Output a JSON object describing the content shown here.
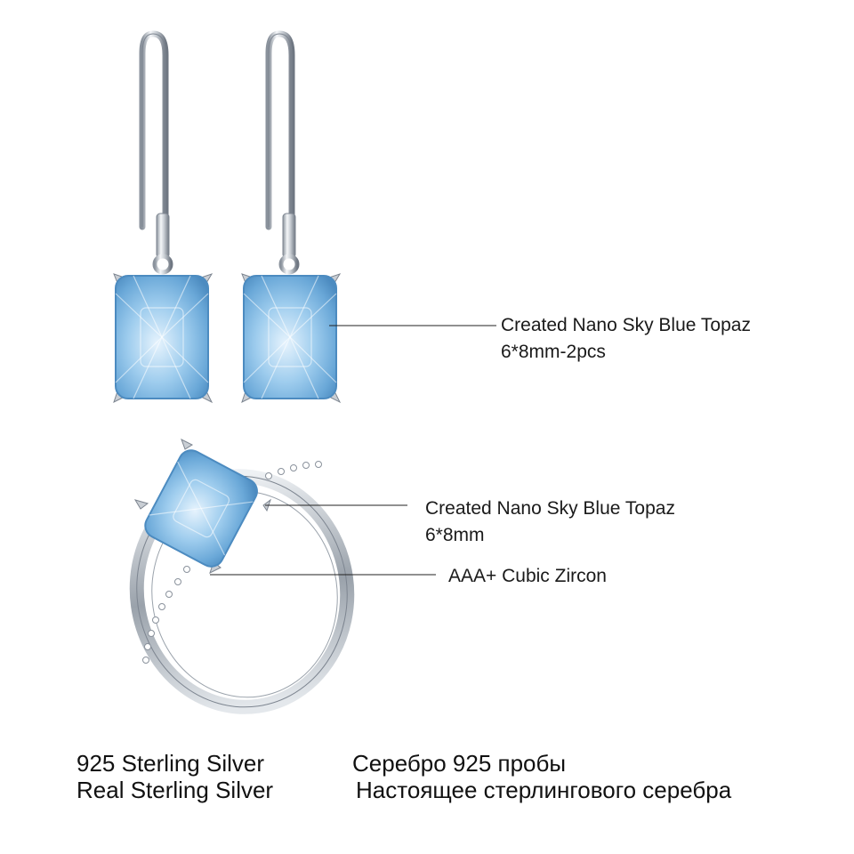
{
  "colors": {
    "background": "#ffffff",
    "silver_light": "#f4f6f8",
    "silver_dark": "#7d8590",
    "topaz_light": "#d7ecfb",
    "topaz_mid": "#8cc3e8",
    "topaz_dark": "#3d7fb5",
    "leader_line": "#222222"
  },
  "earrings": {
    "callout_line1": "Created Nano Sky Blue Topaz",
    "callout_line2": "6*8mm-2pcs"
  },
  "ring": {
    "callout_stone_line1": "Created Nano Sky Blue Topaz",
    "callout_stone_line2": "6*8mm",
    "callout_zircon": "AAA+ Cubic Zircon"
  },
  "captions": {
    "en_line1": "925 Sterling Silver",
    "en_line2": "Real Sterling Silver",
    "ru_line1": "Серебро 925 пробы",
    "ru_line2": "Настоящее стерлингового серебра"
  }
}
